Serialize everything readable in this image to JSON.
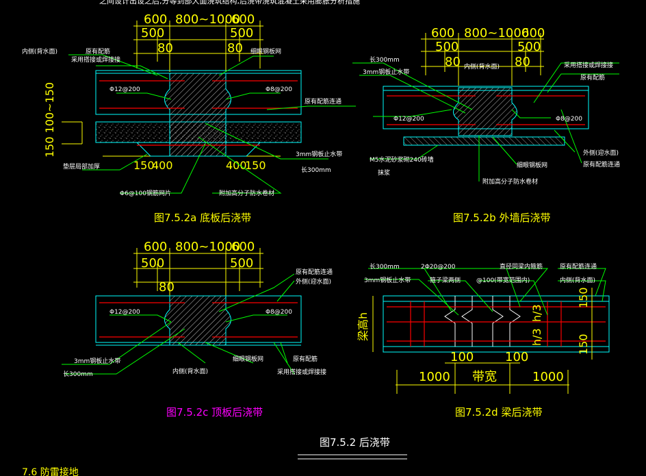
{
  "top_note": "之间设计出设之后,分等到部大面浇筑结构,后浇带浇筑混凝土采用膨胀分析措施",
  "colors": {
    "background": "#000000",
    "dimension": "#ffff00",
    "leader": "#00ff00",
    "slab": "#00ffff",
    "rebar": "#ff0000",
    "white_text": "#ffffff",
    "magenta_caption": "#ff00ff"
  },
  "figures": {
    "a": {
      "caption": "图7.5.2a  底板后浇带",
      "dims_top": [
        "600",
        "800~1000",
        "600"
      ],
      "dims_mid": [
        "500",
        "500"
      ],
      "dims_low": [
        "80",
        "80"
      ],
      "dims_bottom": [
        "150",
        "400",
        "400",
        "150"
      ],
      "dim_left": "150  100~150",
      "labels": {
        "inner": "内侧(背水面)",
        "existing": "原有配筋",
        "lap": "采用搭接或焊接接",
        "mesh": "细眼钢板网",
        "rebar_left": "Φ12@200",
        "rebar_right": "Φ8@200",
        "added": "原有配筋连通",
        "stop": "3mm钢板止水带",
        "length": "长300mm",
        "cushion": "垫层局部加厚",
        "mesh2": "Φ6@100钢筋网片",
        "membrane": "附加高分子防水卷材"
      }
    },
    "b": {
      "caption": "图7.5.2b  外墙后浇带",
      "dims_top": [
        "600",
        "800~1000",
        "600"
      ],
      "dims_mid": [
        "500",
        "500"
      ],
      "dims_low": [
        "80",
        "80"
      ],
      "labels": {
        "length": "长300mm",
        "stop": "3mm钢板止水带",
        "inner": "内侧(背水面)",
        "lap": "采用搭接或焊接接",
        "existing": "原有配筋",
        "rebar_left": "Φ12@200",
        "rebar_right": "Φ8@200",
        "brick": "M5水泥砂浆砌240砖墙",
        "plaster": "抹浆",
        "mesh": "细眼钢板网",
        "membrane": "附加高分子防水卷材",
        "outer": "外侧(迎水面)",
        "added": "原有配筋连通"
      }
    },
    "c": {
      "caption": "图7.5.2c  顶板后浇带",
      "dims_top": [
        "600",
        "800~1000",
        "600"
      ],
      "dims_mid": [
        "500",
        "500"
      ],
      "dims_low": [
        "80"
      ],
      "labels": {
        "added": "原有配筋连通",
        "outer": "外侧(迎水面)",
        "rebar_left": "Φ12@200",
        "rebar_right": "Φ8@200",
        "stop": "3mm钢板止水带",
        "length": "长300mm",
        "inner": "内侧(背水面)",
        "mesh": "细眼钢板网",
        "existing": "原有配筋",
        "lap": "采用搭接或焊接接"
      }
    },
    "d": {
      "caption": "图7.5.2d  梁后浇带",
      "dims_bottom": [
        "1000",
        "带宽",
        "1000"
      ],
      "dims_inner": [
        "100",
        "100"
      ],
      "dims_right": [
        "150",
        "h/3",
        "h/3",
        "150"
      ],
      "dim_left": "梁高h",
      "labels": {
        "length": "长300mm",
        "stop": "3mm钢板止水带",
        "rebar": "2Φ20@200",
        "tie": "箍子梁两侧",
        "hoop": "直径同梁内箍筋",
        "hoop2": "@100(带宽范围内)",
        "existing": "原有配筋连通",
        "inner": "内侧(背水面)"
      }
    }
  },
  "main_caption": "图7.5.2    后浇带",
  "footer": "7.6  防雷接地"
}
